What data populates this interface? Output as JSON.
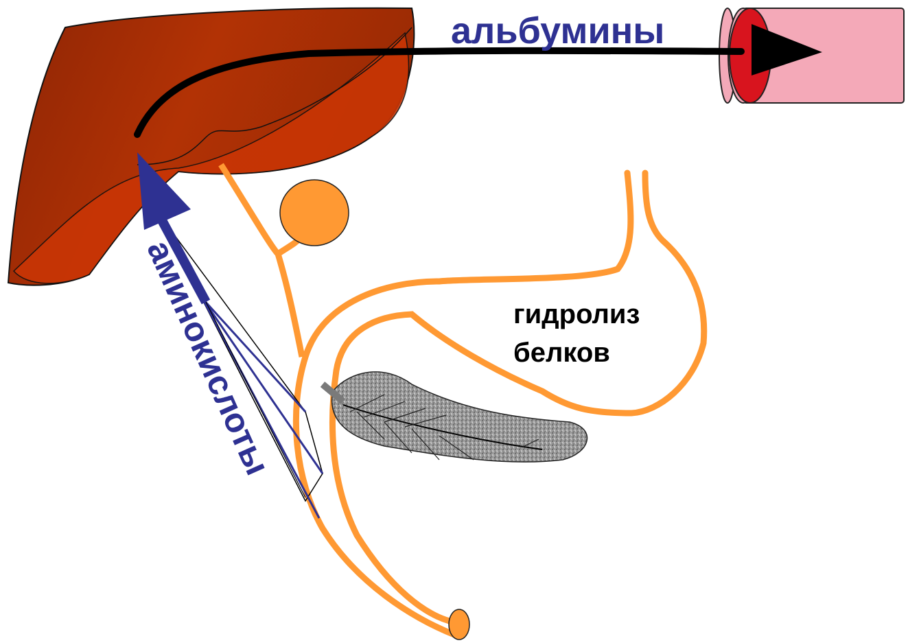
{
  "labels": {
    "albumins": "альбумины",
    "amino_acids": "аминокислоты",
    "hydrolysis_line1": "гидролиз",
    "hydrolysis_line2": "белков"
  },
  "colors": {
    "liver": "#9c2a06",
    "liver_highlight": "#c93505",
    "digestive_tract": "#ff9933",
    "blood_vessel": "#f4a9b8",
    "blood_lumen": "#d8141e",
    "arrow_blue": "#2e3192",
    "pancreas": "#8c8c8c",
    "label_blue": "#2e3192"
  },
  "icons": {
    "liver": "liver-icon",
    "gallbladder": "gallbladder-icon",
    "stomach_duodenum": "stomach-icon",
    "pancreas": "pancreas-icon",
    "blood_vessel": "blood-vessel-icon"
  }
}
